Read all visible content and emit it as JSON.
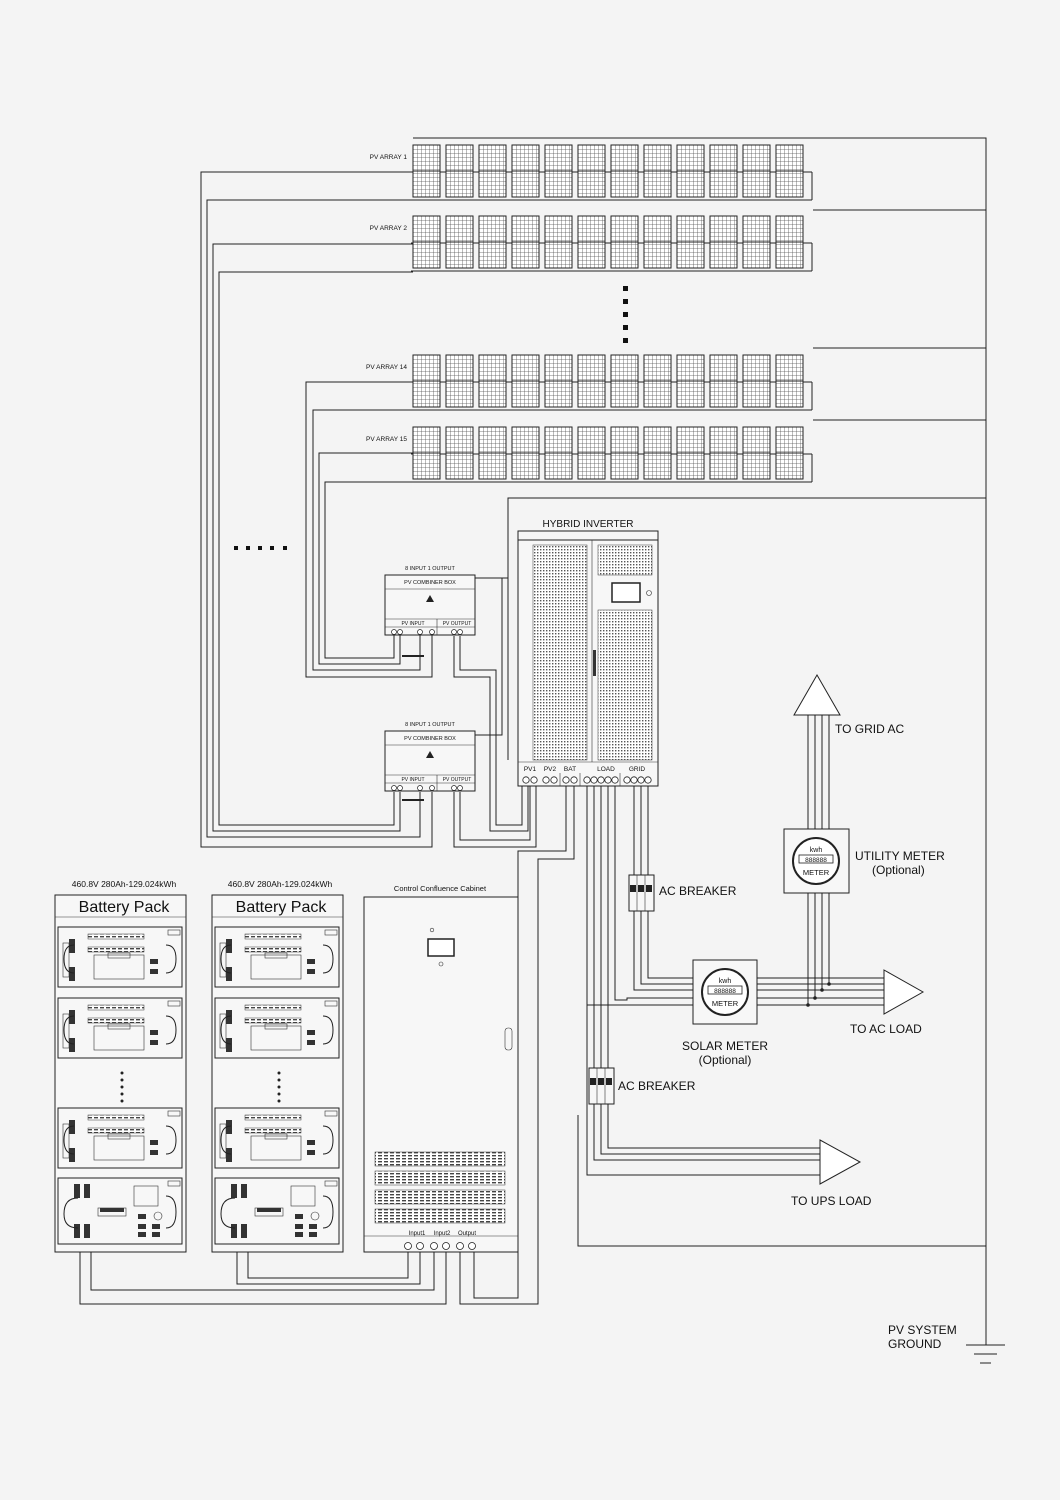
{
  "pv_arrays": [
    {
      "label": "PV ARRAY 1"
    },
    {
      "label": "PV ARRAY 2"
    },
    {
      "label": "PV ARRAY 14"
    },
    {
      "label": "PV ARRAY 15"
    }
  ],
  "inverter": {
    "title": "HYBRID INVERTER",
    "terminals": [
      "PV1",
      "PV2",
      "BAT",
      "LOAD",
      "GRID"
    ]
  },
  "combiner_boxes": [
    {
      "top_label": "8 INPUT 1 OUTPUT",
      "name": "PV COMBINER BOX",
      "input": "PV INPUT",
      "output": "PV OUTPUT"
    },
    {
      "top_label": "8 INPUT 1 OUTPUT",
      "name": "PV COMBINER BOX",
      "input": "PV INPUT",
      "output": "PV OUTPUT"
    }
  ],
  "battery_packs": [
    {
      "spec": "460.8V 280Ah-129.024kWh",
      "title": "Battery Pack"
    },
    {
      "spec": "460.8V 280Ah-129.024kWh",
      "title": "Battery Pack"
    }
  ],
  "cabinet": {
    "title": "Control Confluence Cabinet",
    "terminals": [
      "Input1",
      "Input2",
      "Output"
    ]
  },
  "labels": {
    "to_grid_ac": "TO GRID AC",
    "utility_meter": "UTILITY METER",
    "utility_meter_opt": "(Optional)",
    "ac_breaker_1": "AC BREAKER",
    "ac_breaker_2": "AC BREAKER",
    "solar_meter": "SOLAR METER",
    "solar_meter_opt": "(Optional)",
    "to_ac_load": "TO AC LOAD",
    "to_ups_load": "TO UPS LOAD",
    "pv_system": "PV SYSTEM",
    "ground": "GROUND",
    "meter_kwh": "kwh",
    "meter_word": "METER",
    "meter_digits": "888888"
  }
}
